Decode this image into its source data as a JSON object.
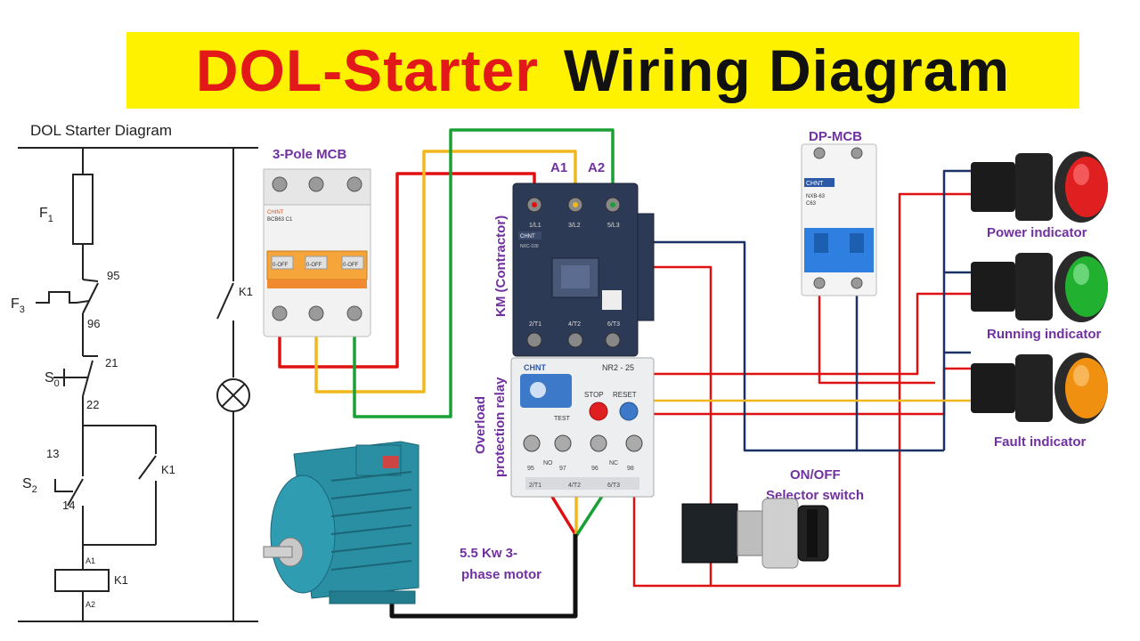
{
  "title": {
    "red_part": "DOL-Starter",
    "black_part": "Wiring Diagram"
  },
  "schematic": {
    "heading": "DOL Starter Diagram",
    "fuse_label": "F",
    "fuse_sub": "1",
    "overload_label": "F",
    "overload_sub": "3",
    "stop_label": "S",
    "stop_sub": "0",
    "start_label": "S",
    "start_sub": "2",
    "contact_95": "95",
    "contact_96": "96",
    "contact_21": "21",
    "contact_22": "22",
    "contact_13": "13",
    "contact_14": "14",
    "aux_contact_label": "K1",
    "main_contact_label": "K1",
    "coil_label": "K1",
    "coil_a1": "A1",
    "coil_a2": "A2"
  },
  "components": {
    "mcb3_label": "3-Pole MCB",
    "mcb3_brand": "CHINT",
    "mcb3_model": "BCB63 C1",
    "mcb3_off": "0-OFF",
    "contactor_label": "KM (Contractor)",
    "contactor_a1": "A1",
    "contactor_a2": "A2",
    "contactor_brand": "CHNT",
    "contactor_model": "NXC-100",
    "contactor_top_terms": [
      "1/L1",
      "3/L2",
      "5/L3"
    ],
    "contactor_bottom_terms": [
      "2/T1",
      "4/T2",
      "6/T3"
    ],
    "relay_label_line1": "Overload",
    "relay_label_line2": "protection relay",
    "relay_brand": "CHNT",
    "relay_model": "NR2 - 25",
    "relay_stop": "STOP",
    "relay_reset": "RESET",
    "relay_test": "TEST",
    "relay_terms": [
      "95",
      "NO",
      "97",
      "96",
      "NC",
      "98"
    ],
    "relay_bottom_terms": [
      "2/T1",
      "4/T2",
      "6/T3"
    ],
    "dpmcb_label": "DP-MCB",
    "dpmcb_brand": "CHNT",
    "dpmcb_model": "NXB-63",
    "dpmcb_rating": "C63",
    "power_indicator": "Power indicator",
    "running_indicator": "Running indicator",
    "fault_indicator": "Fault indicator",
    "selector_label_line1": "ON/OFF",
    "selector_label_line2": "Selector switch",
    "motor_label_line1": "5.5 Kw 3-",
    "motor_label_line2": "phase motor"
  },
  "colors": {
    "title_red": "#e31919",
    "banner_yellow": "#fff200",
    "label_purple": "#7030a0",
    "wire_red": "#e01010",
    "wire_yellow": "#f0b81c",
    "wire_green": "#1aa035",
    "wire_navy": "#1c3166",
    "wire_black": "#111111",
    "lamp_red": "#e02020",
    "lamp_green": "#22b030",
    "lamp_amber": "#f09010",
    "motor_teal": "#2a8fa3"
  }
}
